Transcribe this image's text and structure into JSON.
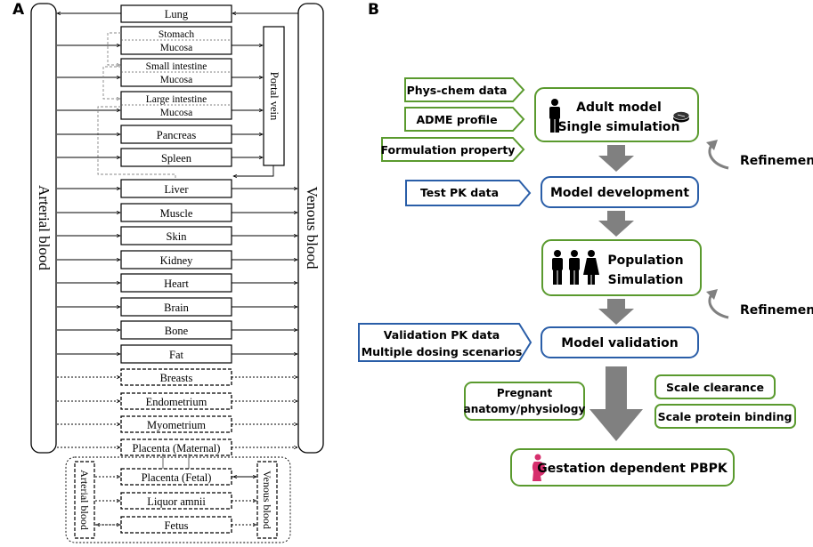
{
  "panel_a": {
    "label": "A",
    "arterial_label": "Arterial blood",
    "venous_label": "Venous blood",
    "portal_vein_label": "Portal vein",
    "lung": "Lung",
    "gut_organs": [
      {
        "name": "Stomach",
        "mucosa": "Mucosa"
      },
      {
        "name": "Small intestine",
        "mucosa": "Mucosa"
      },
      {
        "name": "Large intestine",
        "mucosa": "Mucosa"
      }
    ],
    "portal_organs": [
      "Pancreas",
      "Spleen"
    ],
    "solid_organs": [
      "Liver",
      "Muscle",
      "Skin",
      "Kidney",
      "Heart",
      "Brain",
      "Bone",
      "Fat"
    ],
    "maternal_organs": [
      "Breasts",
      "Endometrium",
      "Myometrium",
      "Placenta (Maternal)"
    ],
    "fetal": {
      "arterial_label": "Arterial blood",
      "venous_label": "Venous blood",
      "organs": [
        "Placenta (Fetal)",
        "Liquor amnii",
        "Fetus"
      ]
    }
  },
  "panel_b": {
    "label": "B",
    "inputs_top": [
      "Phys-chem data",
      "ADME profile",
      "Formulation property"
    ],
    "adult_model": [
      "Adult model",
      "Single simulation"
    ],
    "test_pk": "Test PK data",
    "model_development": "Model development",
    "refinement_1": "Refinement",
    "population": [
      "Population",
      "Simulation"
    ],
    "refinement_2": "Refinement",
    "validation_inputs": [
      "Validation PK data",
      "Multiple dosing scenarios"
    ],
    "model_validation": "Model validation",
    "pregnant": [
      "Pregnant",
      "anatomy/physiology"
    ],
    "scale_clearance": "Scale clearance",
    "scale_protein": "Scale protein binding",
    "gestation": "Gestation dependent PBPK",
    "colors": {
      "green": "#5a9a2e",
      "blue": "#2a5ea8",
      "arrow": "#808080",
      "pregnant_icon": "#d62f6d"
    }
  }
}
